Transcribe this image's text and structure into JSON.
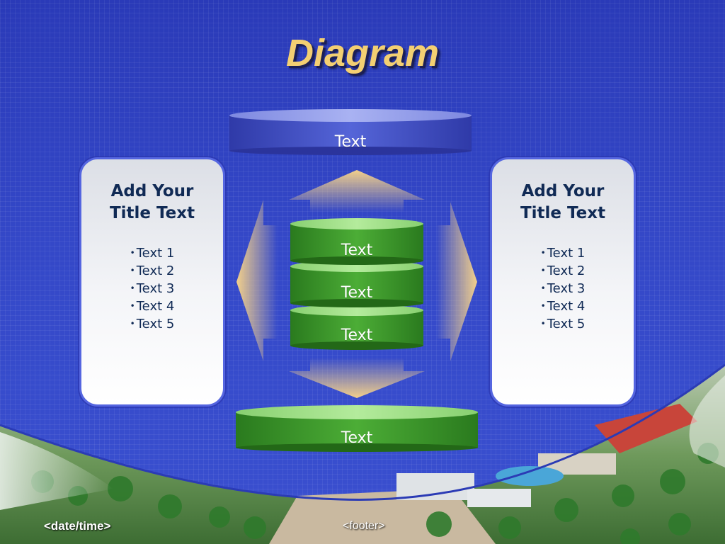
{
  "slide": {
    "title": "Diagram",
    "footer_date": "<date/time>",
    "footer_text": "<footer>"
  },
  "diagram": {
    "top_cylinder": "Text",
    "stack": [
      "Text",
      "Text",
      "Text"
    ],
    "bottom_cylinder": "Text"
  },
  "panels": {
    "left": {
      "title_line1": "Add Your",
      "title_line2": "Title Text",
      "items": [
        "Text 1",
        "Text 2",
        "Text 3",
        "Text 4",
        "Text 5"
      ]
    },
    "right": {
      "title_line1": "Add Your",
      "title_line2": "Title Text",
      "items": [
        "Text 1",
        "Text 2",
        "Text 3",
        "Text 4",
        "Text 5"
      ]
    }
  },
  "colors": {
    "background": "#3146c8",
    "title": "#f3cf72",
    "green_cylinder": "#3a9a28",
    "blue_cylinder": "#4450c8",
    "arrow": "#f2cf86",
    "panel_text": "#102a55"
  }
}
